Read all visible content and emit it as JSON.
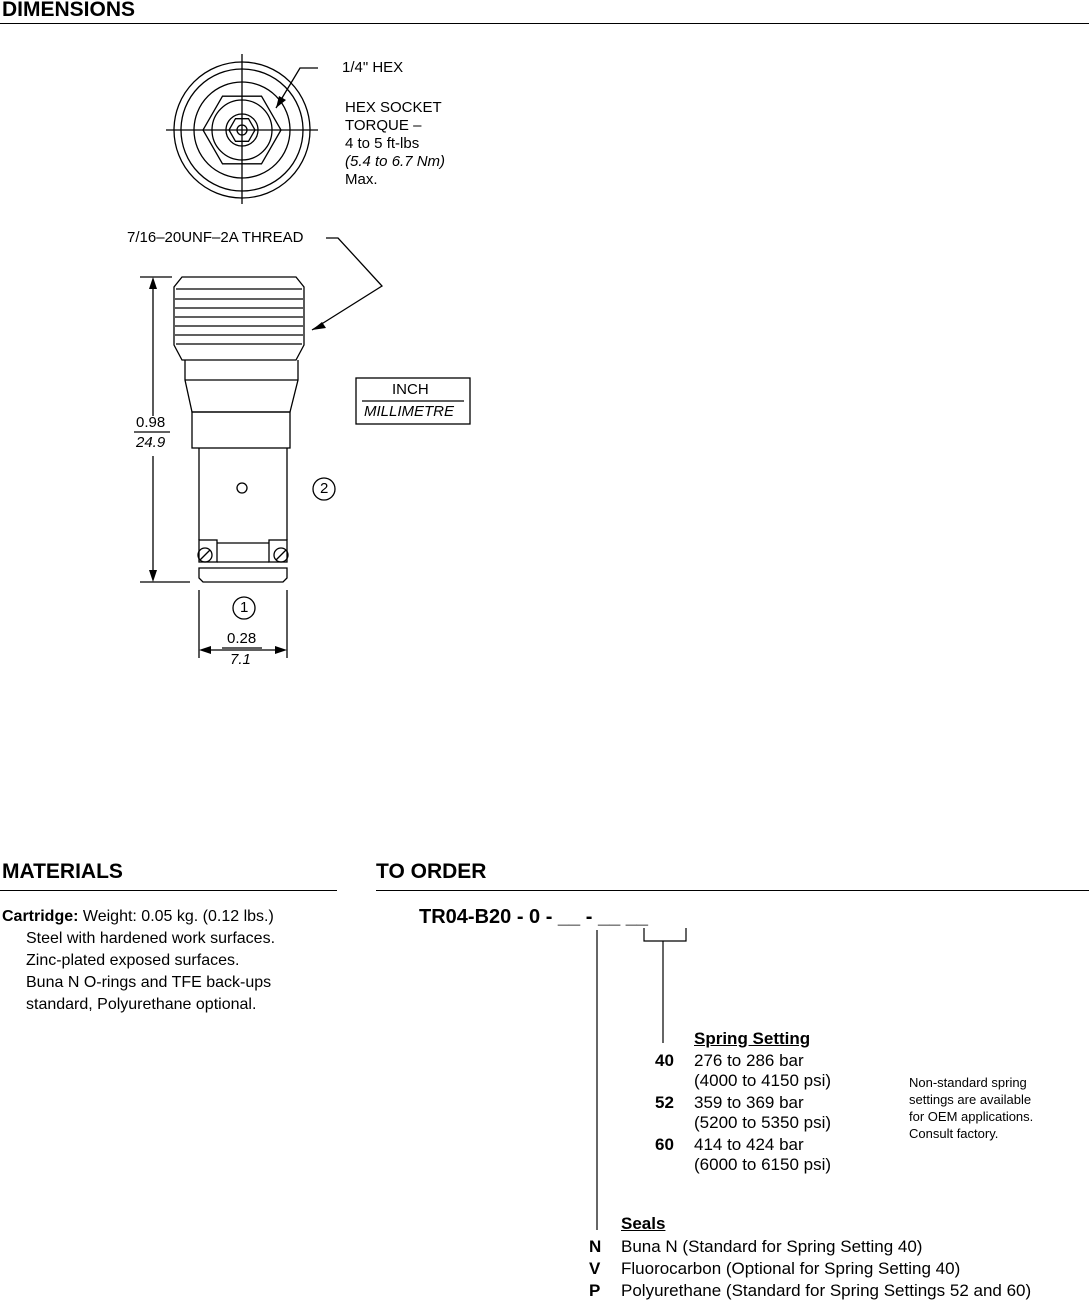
{
  "dimensions": {
    "title": "DIMENSIONS",
    "hex_label": "1/4\" HEX",
    "torque_lines": [
      "HEX SOCKET",
      "TORQUE –",
      "4 to 5 ft-lbs"
    ],
    "torque_metric": "(5.4 to 6.7 Nm)",
    "torque_max": "Max.",
    "thread_label": "7/16–20UNF–2A THREAD",
    "units_inch": "INCH",
    "units_mm": "MILLIMETRE",
    "height_in": "0.98",
    "height_mm": "24.9",
    "width_in": "0.28",
    "width_mm": "7.1",
    "port1": "1",
    "port2": "2"
  },
  "materials": {
    "title": "MATERIALS",
    "cartridge_label": "Cartridge:",
    "weight": " Weight: 0.05 kg. (0.12 lbs.)",
    "lines": [
      "Steel with hardened work surfaces.",
      "Zinc-plated exposed surfaces.",
      "Buna N O-rings and TFE back-ups",
      "standard, Polyurethane optional."
    ]
  },
  "order": {
    "title": "TO ORDER",
    "model_code": "TR04-B20 - 0 - __ - __ __",
    "spring": {
      "heading": "Spring Setting",
      "options": [
        {
          "code": "40",
          "bar": "276 to 286 bar",
          "psi": "(4000 to 4150 psi)"
        },
        {
          "code": "52",
          "bar": "359 to 369 bar",
          "psi": "(5200 to 5350 psi)"
        },
        {
          "code": "60",
          "bar": "414 to 424 bar",
          "psi": "(6000 to 6150 psi)"
        }
      ],
      "note": [
        "Non-standard spring",
        "settings are available",
        "for OEM applications.",
        "Consult factory."
      ]
    },
    "seals": {
      "heading": "Seals",
      "options": [
        {
          "code": "N",
          "desc": "Buna N (Standard for Spring Setting 40)"
        },
        {
          "code": "V",
          "desc": "Fluorocarbon (Optional for Spring Setting 40)"
        },
        {
          "code": "P",
          "desc": "Polyurethane (Standard for Spring Settings 52 and 60)"
        }
      ]
    }
  }
}
